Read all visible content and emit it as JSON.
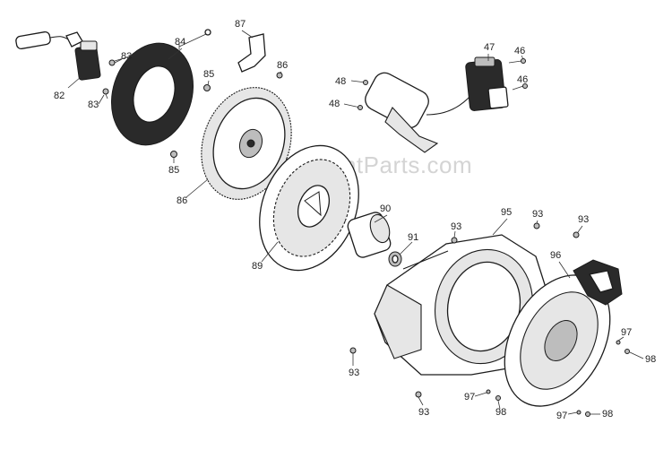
{
  "watermark": "eReplacementParts.com",
  "callouts": {
    "c82": "82",
    "c83a": "83",
    "c83b": "83",
    "c84": "84",
    "c85a": "85",
    "c85b": "85",
    "c86a": "86",
    "c86b": "86",
    "c87": "87",
    "c48a": "48",
    "c48b": "48",
    "c47": "47",
    "c46a": "46",
    "c46b": "46",
    "c90": "90",
    "c91": "91",
    "c89": "89",
    "c93a": "93",
    "c93b": "93",
    "c93c": "93",
    "c93d": "93",
    "c93e": "93",
    "c95": "95",
    "c96": "96",
    "c97a": "97",
    "c97b": "97",
    "c97c": "97",
    "c98a": "98",
    "c98b": "98",
    "c98c": "98"
  }
}
